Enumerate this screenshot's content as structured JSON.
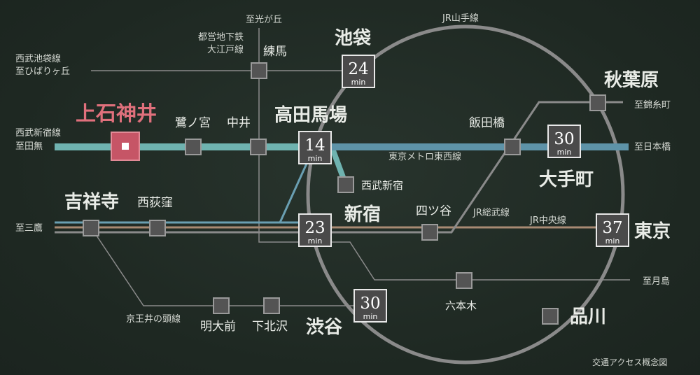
{
  "colors": {
    "background": "#1f2a24",
    "seibu_shinjuku_line": "#6fb3b0",
    "tozai_line": "#5e93a8",
    "chuo_sobu_line": "#a88a73",
    "loop_line": "#8a8a8a",
    "highlight_station": "#c65566"
  },
  "highlight_station": "上石神井",
  "major_stations": [
    {
      "name": "池袋",
      "minutes": "24",
      "unit": "min"
    },
    {
      "name": "高田馬場",
      "minutes": "14",
      "unit": "min"
    },
    {
      "name": "新宿",
      "minutes": "23",
      "unit": "min"
    },
    {
      "name": "渋谷",
      "minutes": "30",
      "unit": "min"
    },
    {
      "name": "大手町",
      "minutes": "30",
      "unit": "min"
    },
    {
      "name": "東京",
      "minutes": "37",
      "unit": "min"
    }
  ],
  "stations": {
    "saginomiya": "鷺ノ宮",
    "nakai": "中井",
    "nerima": "練馬",
    "seibu_shinjuku": "西武新宿",
    "iidabashi": "飯田橋",
    "akihabara": "秋葉原",
    "yotsuya": "四ツ谷",
    "roppongi": "六本木",
    "shinagawa": "品川",
    "kichijoji": "吉祥寺",
    "nishiogikubo": "西荻窪",
    "meidaimae": "明大前",
    "shimokitazawa": "下北沢"
  },
  "line_labels": {
    "jr_yamanote": "JR山手線",
    "tokyo_metro_tozai": "東京メトロ東西線",
    "jr_sobu": "JR総武線",
    "jr_chuo": "JR中央線",
    "keio_inokashira": "京王井の頭線",
    "toei_oedo_1": "都営地下鉄",
    "toei_oedo_2": "大江戸線"
  },
  "directions": {
    "hikarigaoka": "至光が丘",
    "seibu_ikebukuro_1": "西武池袋線",
    "seibu_ikebukuro_2": "至ひばりヶ丘",
    "seibu_shinjuku_1": "西武新宿線",
    "seibu_shinjuku_2": "至田無",
    "kinshicho": "至錦糸町",
    "nihonbashi": "至日本橋",
    "mitaka": "至三鷹",
    "tsukishima": "至月島"
  },
  "footer_note": "交通アクセス概念図"
}
